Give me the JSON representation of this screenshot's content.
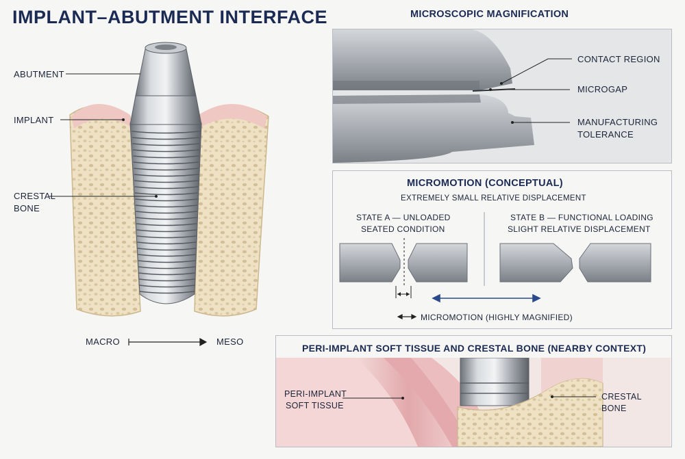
{
  "title": "IMPLANT–ABUTMENT INTERFACE",
  "left_labels": {
    "abutment": "ABUTMENT",
    "implant": "IMPLANT",
    "crestal_bone_line1": "CRESTAL",
    "crestal_bone_line2": "BONE"
  },
  "scale": {
    "from": "MACRO",
    "to": "MESO"
  },
  "microscopic": {
    "title": "MICROSCOPIC MAGNIFICATION",
    "contact_region": "CONTACT REGION",
    "microgap": "MICROGAP",
    "tolerance_line1": "MANUFACTURING",
    "tolerance_line2": "TOLERANCE"
  },
  "micromotion": {
    "title": "MICROMOTION (CONCEPTUAL)",
    "subtitle": "EXTREMELY SMALL RELATIVE DISPLACEMENT",
    "state_a_line1": "STATE A — UNLOADED",
    "state_a_line2": "SEATED CONDITION",
    "state_b_line1": "STATE B — FUNCTIONAL LOADING",
    "state_b_line2": "SLIGHT RELATIVE DISPLACEMENT",
    "legend": "MICROMOTION (HIGHLY MAGNIFIED)"
  },
  "context": {
    "title": "PERI-IMPLANT SOFT TISSUE AND CRESTAL BONE (NEARBY CONTEXT)",
    "soft_tissue_line1": "PERI-IMPLANT",
    "soft_tissue_line2": "SOFT TISSUE",
    "bone_line1": "CRESTAL",
    "bone_line2": "BONE"
  },
  "colors": {
    "title": "#1b2a52",
    "accent_arrow": "#2a4a8c",
    "bone": "#efe2c4",
    "soft_tissue": "#e6b3b6",
    "metal": "#a9adb3"
  }
}
